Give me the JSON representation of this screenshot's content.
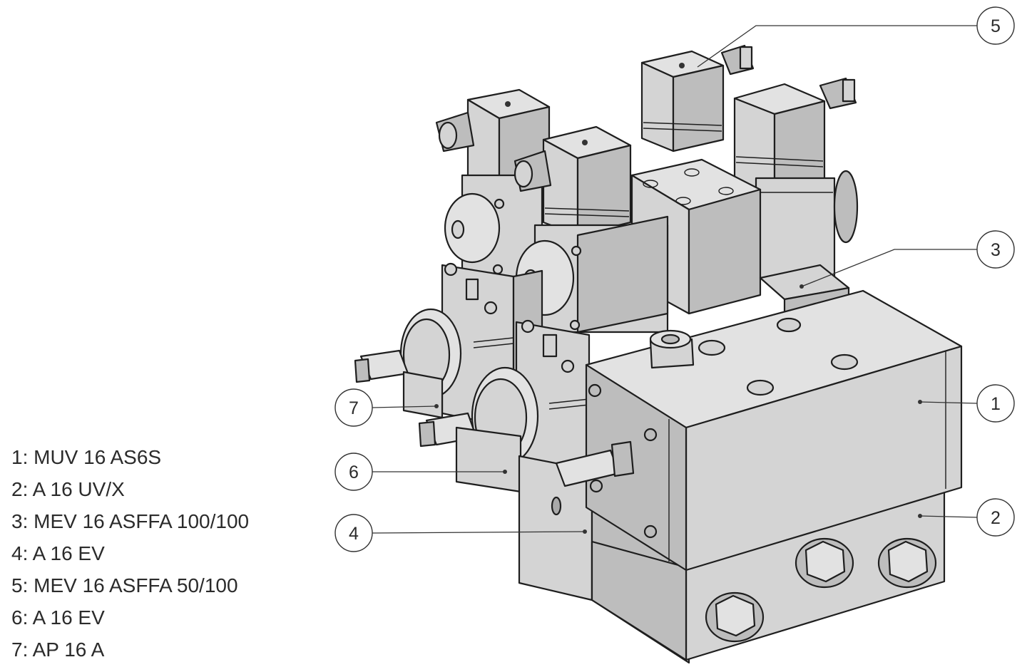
{
  "legend": {
    "items": [
      "1: MUV 16 AS6S",
      "2: A 16 UV/X",
      "3: MEV 16 ASFFA 100/100",
      "4: A 16 EV",
      "5: MEV 16 ASFFA 50/100",
      "6: A 16 EV",
      "7: AP 16 A"
    ]
  },
  "callouts": [
    "1",
    "2",
    "3",
    "4",
    "5",
    "6",
    "7"
  ],
  "colors": {
    "body_fill": "#d6d6d6",
    "body_dark": "#bcbcbc",
    "body_light": "#e4e4e4",
    "outline": "#1e1e1e",
    "text": "#2b2b2b"
  }
}
